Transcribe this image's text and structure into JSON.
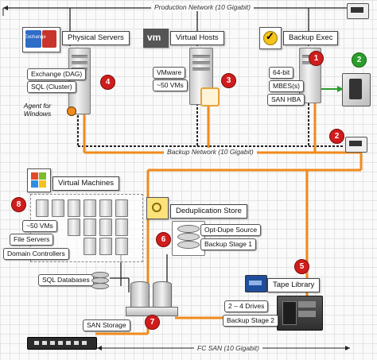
{
  "networks": {
    "production": "Production Network (10 Gigabit)",
    "backup": "Backup Network (10 Gigabit)",
    "fc_san": "FC SAN (10 Gigabit)"
  },
  "physical_servers": {
    "title": "Physical Servers",
    "badge": "4",
    "items": [
      "Exchange (DAG)",
      "SQL (Cluster)"
    ],
    "agent_note": "Agent for Windows",
    "icon_text": "Exchange"
  },
  "virtual_hosts": {
    "title": "Virtual Hosts",
    "badge": "3",
    "items": [
      "VMware",
      "~50 VMs"
    ],
    "icon_text": "vm"
  },
  "backup_exec": {
    "title": "Backup Exec",
    "badge": "1",
    "items": [
      "64-bit",
      "MBES(s)",
      "SAN HBA"
    ]
  },
  "external_badge": "2",
  "backup_net_badge": "2",
  "virtual_machines": {
    "title": "Virtual Machines",
    "badge": "8",
    "items": [
      "~50 VMs",
      "File Servers",
      "Domain Controllers"
    ]
  },
  "dedup": {
    "title": "Deduplication Store",
    "badge": "6",
    "items": [
      "Opt-Dupe Source",
      "Backup Stage 1"
    ]
  },
  "sql_databases": "SQL Databases",
  "san_storage": {
    "label": "SAN Storage",
    "badge": "7"
  },
  "tape_library": {
    "title": "Tape Library",
    "badge": "5",
    "items": [
      "2 – 4 Drives",
      "Backup Stage 2"
    ]
  },
  "colors": {
    "fc": "#f08a1c",
    "badge_red": "#d01c1c",
    "badge_green": "#2a9d2a",
    "network": "#222222"
  }
}
